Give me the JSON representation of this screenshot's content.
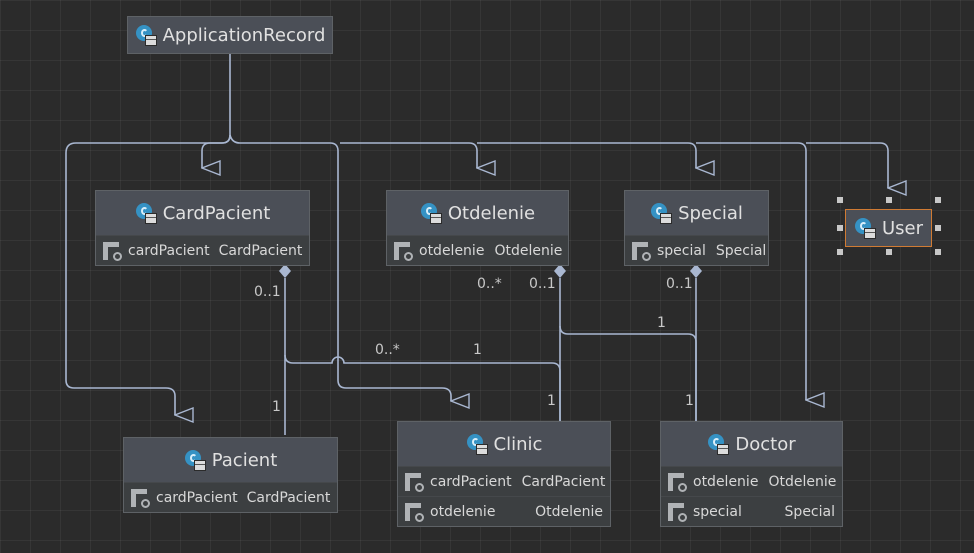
{
  "classes": {
    "application_record": {
      "name": "ApplicationRecord"
    },
    "card_pacient": {
      "name": "CardPacient",
      "fields": [
        {
          "name": "cardPacient",
          "type": "CardPacient"
        }
      ]
    },
    "otdelenie": {
      "name": "Otdelenie",
      "fields": [
        {
          "name": "otdelenie",
          "type": "Otdelenie"
        }
      ]
    },
    "special": {
      "name": "Special",
      "fields": [
        {
          "name": "special",
          "type": "Special"
        }
      ]
    },
    "user": {
      "name": "User"
    },
    "pacient": {
      "name": "Pacient",
      "fields": [
        {
          "name": "cardPacient",
          "type": "CardPacient"
        }
      ]
    },
    "clinic": {
      "name": "Clinic",
      "fields": [
        {
          "name": "cardPacient",
          "type": "CardPacient"
        },
        {
          "name": "otdelenie",
          "type": "Otdelenie"
        }
      ]
    },
    "doctor": {
      "name": "Doctor",
      "fields": [
        {
          "name": "otdelenie",
          "type": "Otdelenie"
        },
        {
          "name": "special",
          "type": "Special"
        }
      ]
    }
  },
  "multiplicities": {
    "card_pacient_source": "0..1",
    "pacient_end": "1",
    "clinic_card_pacient": "0..*",
    "clinic_card_pacient_one": "1",
    "otdelenie_many": "0..*",
    "otdelenie_source": "0..1",
    "otdelenie_doctor_one": "1",
    "clinic_end": "1",
    "special_source": "0..1",
    "doctor_end": "1"
  },
  "colors": {
    "background": "#2b2b2b",
    "edge": "#a9b7d1",
    "node_header": "#4b4f57",
    "node_body": "#3c3f41",
    "selection": "#d07b34",
    "class_icon": "#3592c4"
  },
  "selected_node": "user"
}
